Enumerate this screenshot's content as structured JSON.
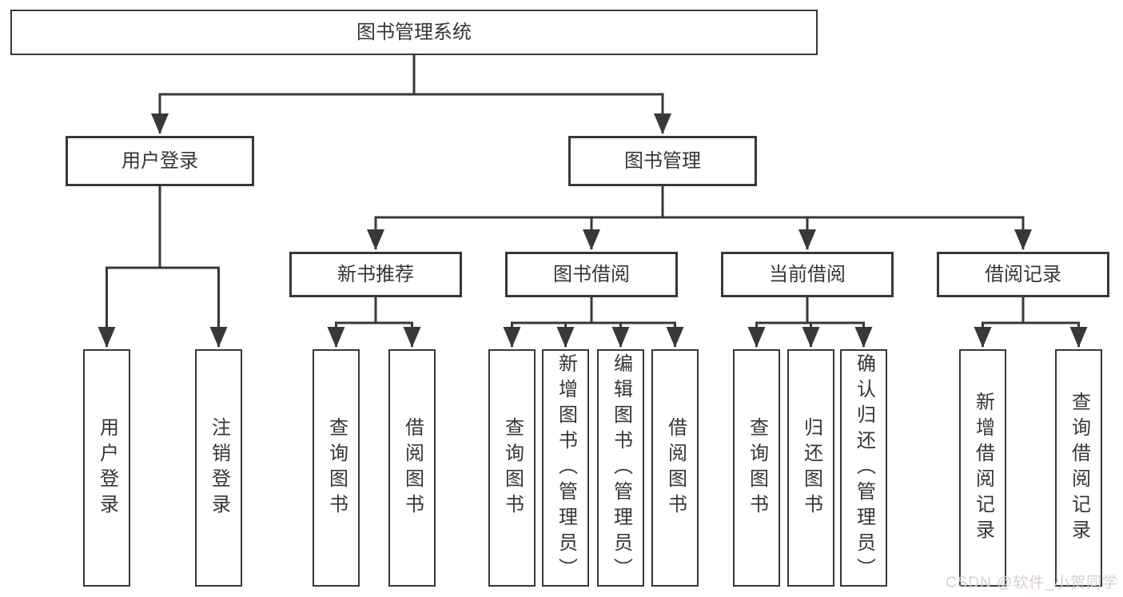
{
  "diagram": {
    "root": "图书管理系统",
    "level1": [
      "用户登录",
      "图书管理"
    ],
    "level2": [
      "新书推荐",
      "图书借阅",
      "当前借阅",
      "借阅记录"
    ],
    "leaves": {
      "login": [
        "用户登录",
        "注销登录"
      ],
      "recommend": [
        "查询图书",
        "借阅图书"
      ],
      "borrow": [
        "查询图书",
        "新增图书（管理员）",
        "编辑图书（管理员）",
        "借阅图书"
      ],
      "current": [
        "查询图书",
        "归还图书",
        "确认归还（管理员）"
      ],
      "records": [
        "新增借阅记录",
        "查询借阅记录"
      ]
    }
  },
  "watermark": "CSDN @软件_小贺同学",
  "colors": {
    "line": "#383838",
    "text": "#363636",
    "box_background": "#ffffff",
    "watermark": "#d9cfcf"
  }
}
